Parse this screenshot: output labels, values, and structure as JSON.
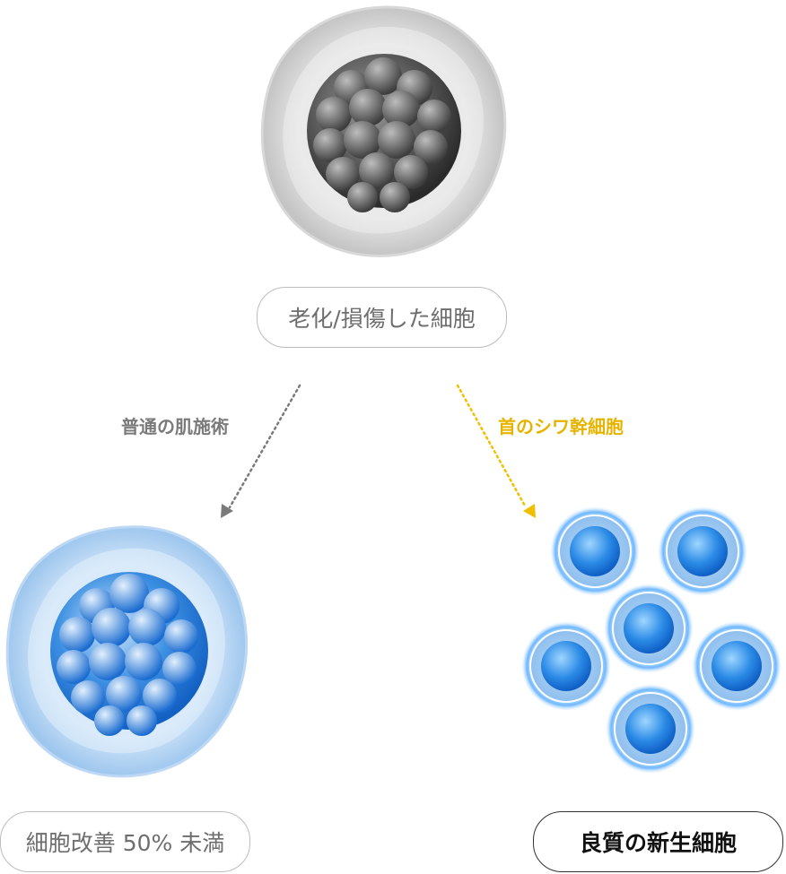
{
  "top_cell": {
    "icon": "aged-cell-icon",
    "label": "老化/損傷した細胞"
  },
  "branches": {
    "normal": {
      "label": "普通の肌施術",
      "arrow_color": "#7a7a7a"
    },
    "stem_cell": {
      "label": "首のシワ幹細胞",
      "arrow_color": "#f0c000"
    }
  },
  "result_left": {
    "icon": "blue-cell-icon",
    "label": "細胞改善 50% 未満"
  },
  "result_right": {
    "icon": "healthy-cell-cluster-icon",
    "label": "良質の新生細胞"
  },
  "colors": {
    "gray_text": "#6e6e6e",
    "accent_yellow": "#e6b400",
    "cell_blue": "#2f86e0",
    "cell_gray": "#555555"
  }
}
